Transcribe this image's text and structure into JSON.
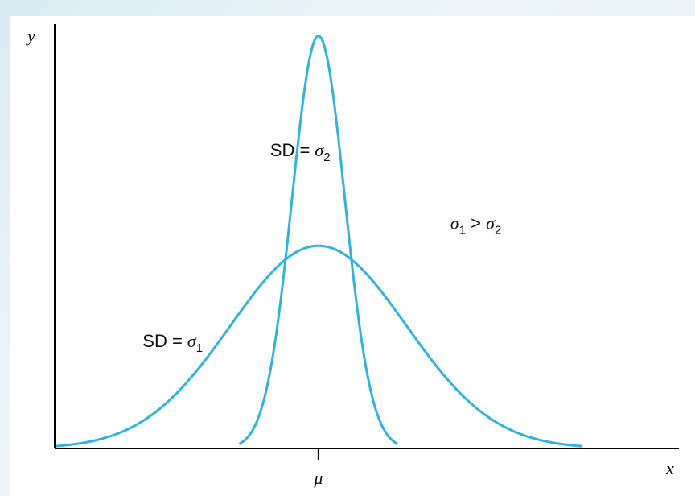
{
  "chart_data": {
    "type": "line",
    "xlabel": "x",
    "ylabel": "y",
    "x_tick_labels": [
      "μ"
    ],
    "grid": false,
    "legend": "none",
    "curves": [
      {
        "kind": "normal",
        "mean": 0,
        "sd": 1.0,
        "peak": 0.43
      },
      {
        "kind": "normal",
        "mean": 0,
        "sd": 0.3,
        "peak": 0.875
      }
    ],
    "xlim": [
      -3.0,
      4.1
    ],
    "ylim": [
      0,
      0.9
    ],
    "annotations": [
      {
        "id": "sd2",
        "prefix": "SD = ",
        "symbol": "σ",
        "sub": "2",
        "x": -0.55,
        "y": 0.62
      },
      {
        "id": "ineq",
        "symbol1": "σ",
        "sub1": "1",
        "op": " > ",
        "symbol2": "σ",
        "sub2": "2",
        "x": 1.5,
        "y": 0.465
      },
      {
        "id": "sd1",
        "prefix": "SD = ",
        "symbol": "σ",
        "sub": "1",
        "x": -2.0,
        "y": 0.215
      }
    ],
    "line_color": "#2fb3e0"
  }
}
